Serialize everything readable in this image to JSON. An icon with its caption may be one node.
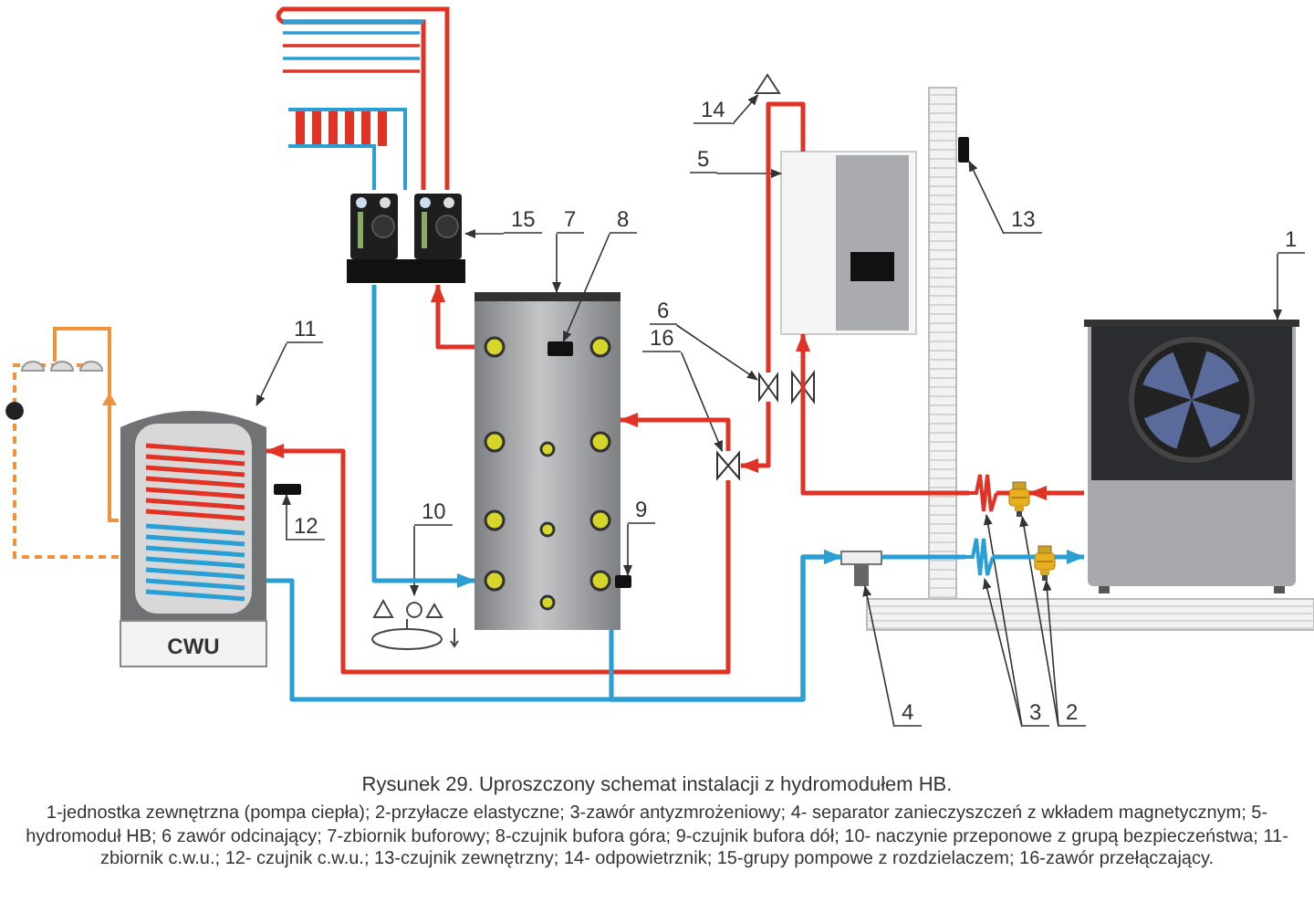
{
  "diagram": {
    "caption": "Rysunek 29. Uproszczony schemat instalacji z hydromodułem HB.",
    "nodes": [
      {
        "text": [
          "15"
        ]
      },
      {
        "text": [
          "7"
        ]
      },
      {
        "text": [
          "8"
        ]
      },
      {
        "text": [
          "14"
        ]
      },
      {
        "text": [
          "5"
        ]
      },
      {
        "text": [
          "13"
        ]
      },
      {
        "text": [
          "1"
        ]
      },
      {
        "text": [
          "11"
        ]
      },
      {
        "text": [
          "6"
        ]
      },
      {
        "text": [
          "16"
        ]
      },
      {
        "text": [
          "10"
        ]
      },
      {
        "text": [
          "9"
        ]
      },
      {
        "text": [
          "12"
        ]
      },
      {
        "text": [
          "4"
        ]
      },
      {
        "text": [
          "3"
        ]
      },
      {
        "text": [
          "2"
        ]
      },
      {
        "text": [],
        "shape": "picture"
      },
      {
        "text": [],
        "shape": "picture"
      },
      {
        "text": [],
        "shape": "bar",
        "in": 17
      },
      {
        "text": [],
        "shape": "triangle"
      },
      {
        "text": [],
        "shape": "picture"
      },
      {
        "text": [],
        "shape": "bar"
      },
      {
        "text": [],
        "shape": "picture"
      },
      {
        "text": [
          "CWU"
        ]
      },
      {
        "text": [],
        "shape": "valve"
      },
      {
        "text": [],
        "shape": "valve"
      },
      {
        "text": [],
        "shape": "picture"
      },
      {
        "text": [],
        "shape": "bar"
      },
      {
        "text": [],
        "shape": "bar"
      },
      {
        "text": [],
        "shape": "picture"
      },
      {
        "text": [],
        "shape": "picture"
      },
      {
        "text": [],
        "shape": "picture"
      },
      {
        "text": [],
        "shape": "picture"
      },
      {
        "text": [],
        "shape": "picture"
      }
    ],
    "edges": [
      {
        "from": 0,
        "to": 16,
        "arrow": "to"
      },
      {
        "from": 1,
        "to": 17,
        "arrow": "to"
      },
      {
        "from": 2,
        "to": 18,
        "arrow": "to"
      },
      {
        "from": 3,
        "to": 19,
        "arrow": "to"
      },
      {
        "from": 4,
        "to": 20,
        "arrow": "to"
      },
      {
        "from": 5,
        "to": 21,
        "arrow": "to"
      },
      {
        "from": 6,
        "to": 22,
        "arrow": "to"
      },
      {
        "from": 7,
        "to": 23,
        "arrow": "to"
      },
      {
        "from": 8,
        "to": 24,
        "arrow": "to"
      },
      {
        "from": 9,
        "to": 25,
        "arrow": "to"
      },
      {
        "from": 10,
        "to": 26,
        "arrow": "to"
      },
      {
        "from": 11,
        "to": 27,
        "arrow": "to"
      },
      {
        "from": 12,
        "to": 28,
        "arrow": "to"
      },
      {
        "from": 13,
        "to": 29,
        "arrow": "to"
      },
      {
        "from": 14,
        "to": 30,
        "arrow": "to"
      },
      {
        "from": 14,
        "to": 31,
        "arrow": "to"
      },
      {
        "from": 15,
        "to": 32,
        "arrow": "to"
      },
      {
        "from": 15,
        "to": 33,
        "arrow": "to"
      },
      {
        "from": 22,
        "to": 32,
        "arrow": "to",
        "style": "thick",
        "color": "#e03326"
      },
      {
        "from": 32,
        "to": 30,
        "arrow": "none",
        "style": "thick",
        "color": "#e03326"
      },
      {
        "from": 30,
        "to": 20,
        "arrow": "to",
        "style": "thick",
        "color": "#e03326"
      },
      {
        "from": 20,
        "to": 24,
        "arrow": "none",
        "style": "thick",
        "color": "#e03326"
      },
      {
        "from": 24,
        "to": 25,
        "arrow": "to",
        "style": "thick",
        "color": "#e03326"
      },
      {
        "from": 25,
        "to": 17,
        "arrow": "to",
        "style": "thick",
        "color": "#e03326"
      },
      {
        "from": 25,
        "to": 23,
        "arrow": "to",
        "style": "thick",
        "color": "#e03326"
      },
      {
        "from": 17,
        "to": 16,
        "arrow": "to",
        "style": "thick",
        "color": "#e03326"
      },
      {
        "from": 16,
        "to": 17,
        "arrow": "to",
        "style": "thick",
        "color": "#2a9fd6"
      },
      {
        "from": 17,
        "to": 29,
        "arrow": "to",
        "style": "thick",
        "color": "#2a9fd6"
      },
      {
        "from": 23,
        "to": 29,
        "arrow": "to",
        "style": "thick",
        "color": "#2a9fd6"
      },
      {
        "from": 29,
        "to": 31,
        "arrow": "none",
        "style": "thick",
        "color": "#2a9fd6"
      },
      {
        "from": 31,
        "to": 33,
        "arrow": "none",
        "style": "thick",
        "color": "#2a9fd6"
      },
      {
        "from": 33,
        "to": 22,
        "arrow": "to",
        "style": "thick",
        "color": "#2a9fd6"
      }
    ],
    "labels": [
      "1-jednostka zewnętrzna (pompa ciepła); 2-przyłacze elastyczne; 3-zawór antyzmrożeniowy; 4- separator zanieczyszczeń z wkładem magnetycznym; 5-hydromoduł HB; 6 zawór odcinający; 7-zbiornik buforowy; 8-czujnik bufora góra; 9-czujnik bufora dół; 10- naczynie przeponowe z grupą bezpieczeństwa; 11-zbiornik c.w.u.; 12- czujnik c.w.u.; 13-czujnik zewnętrzny; 14- odpowietrznik; 15-grupy pompowe z rozdzielaczem; 16-zawór przełączający."
    ]
  }
}
